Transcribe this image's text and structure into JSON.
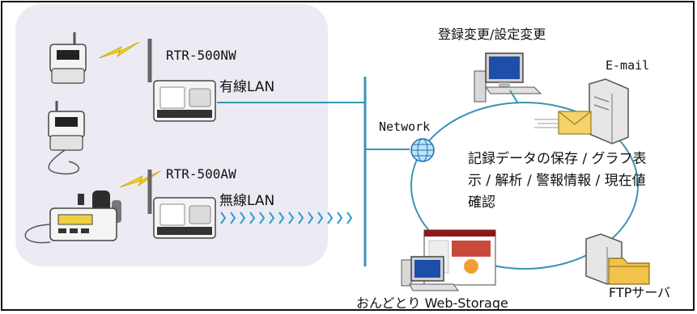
{
  "labels": {
    "rtr500nw": "RTR-500NW",
    "wired_lan": "有線LAN",
    "rtr500aw": "RTR-500AW",
    "wireless_lan": "無線LAN",
    "network": "Network",
    "registration": "登録変更/設定変更",
    "email": "E-mail",
    "ftp_server": "FTPサーバ",
    "web_storage": "おんどとり Web-Storage"
  },
  "cloud_features": "記録データの保存 / グラフ表示 / 解析 / 警報情報 / 現在値確認",
  "colors": {
    "device_panel": "#ecebf3",
    "network_line": "#3a93b5",
    "cloud_ring": "#3a93b5",
    "lightning": "#f1d21b",
    "wireless_chevrons": "#2e9ccc"
  },
  "icons": [
    "data-logger-icon",
    "lightning-icon",
    "access-point-icon",
    "globe-icon",
    "pc-icon",
    "server-icon",
    "envelope-icon",
    "folder-icon"
  ]
}
